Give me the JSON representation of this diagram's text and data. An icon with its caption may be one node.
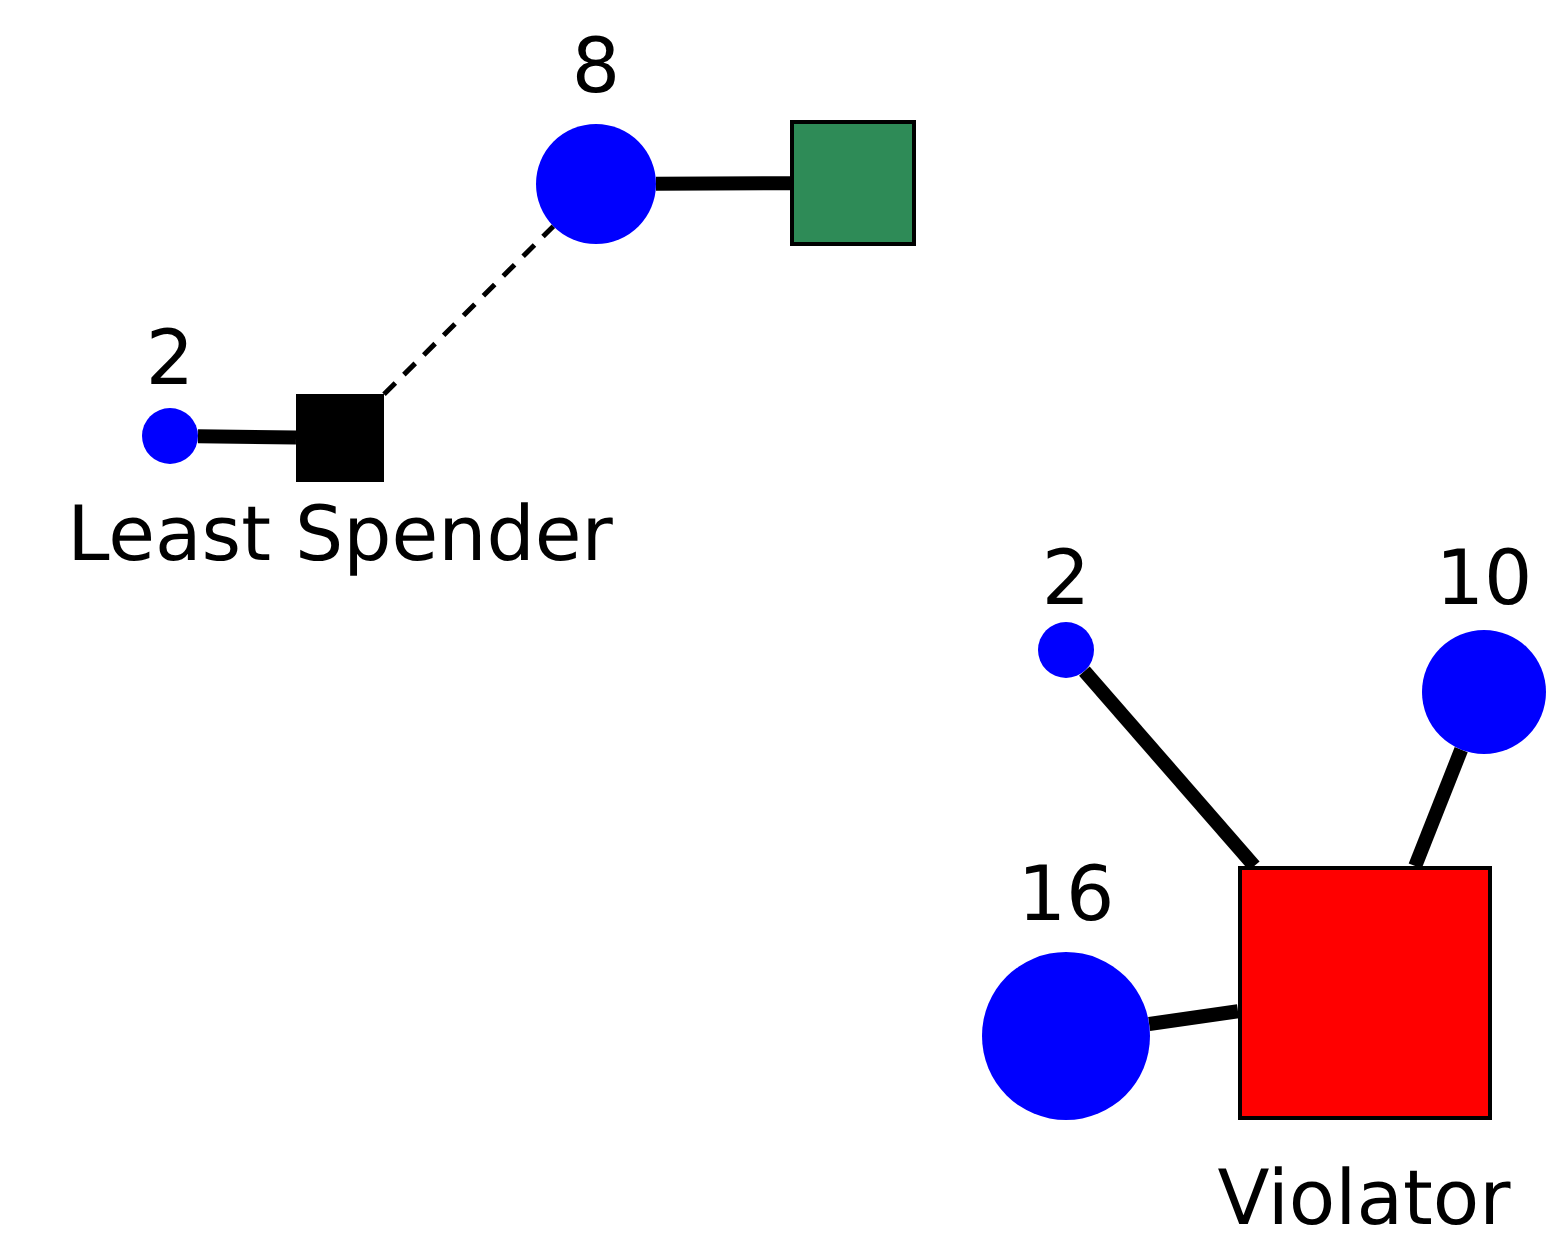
{
  "diagram": {
    "nodes": [
      {
        "text": [],
        "shape": "circle",
        "beside": [
          "8"
        ]
      },
      {
        "text": [],
        "shape": "box"
      },
      {
        "text": [],
        "shape": "circle",
        "beside": [
          "2"
        ]
      },
      {
        "text": [],
        "shape": "box",
        "beside": [
          "Least Spender"
        ]
      },
      {
        "text": [],
        "shape": "circle",
        "beside": [
          "2"
        ]
      },
      {
        "text": [],
        "shape": "circle",
        "beside": [
          "10"
        ]
      },
      {
        "text": [],
        "shape": "circle",
        "beside": [
          "16"
        ]
      },
      {
        "text": [],
        "shape": "box",
        "beside": [
          "Violator"
        ]
      }
    ],
    "edges": [
      {
        "from": 0,
        "to": 1,
        "arrow": "none"
      },
      {
        "from": 2,
        "to": 3,
        "arrow": "none"
      },
      {
        "from": 3,
        "to": 0,
        "arrow": "none",
        "style": "dashed"
      },
      {
        "from": 4,
        "to": 7,
        "arrow": "none"
      },
      {
        "from": 5,
        "to": 7,
        "arrow": "none"
      },
      {
        "from": 6,
        "to": 7,
        "arrow": "none"
      }
    ]
  }
}
